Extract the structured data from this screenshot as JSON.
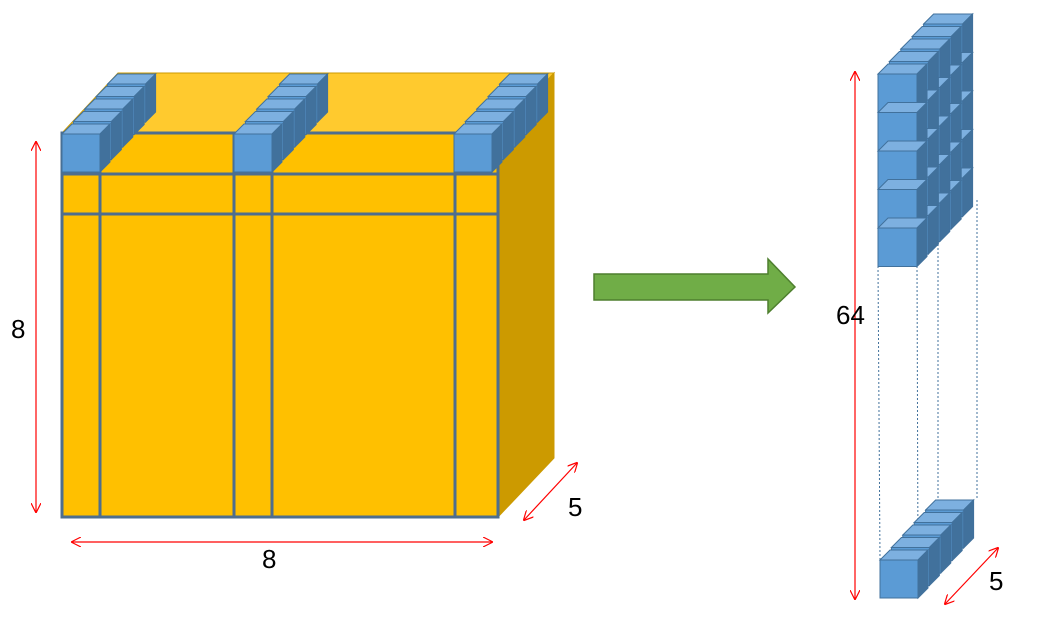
{
  "labels": {
    "left_height": "8",
    "left_width": "8",
    "left_depth": "5",
    "right_height": "64",
    "right_depth": "5"
  },
  "colors": {
    "cube_front": "#FFC000",
    "cube_top": "#FFCA2E",
    "cube_side": "#CC9A00",
    "grid_line": "#4E6E8E",
    "voxel_front": "#5B9BD5",
    "voxel_top": "#7DB0E0",
    "voxel_side": "#41719C",
    "arrow_fill": "#70AD47",
    "arrow_stroke": "#4E7F2E",
    "dimension_arrow": "#FF0000",
    "dotted_line": "#41719C"
  },
  "icons": {
    "transform_arrow": "arrow-right-icon"
  }
}
